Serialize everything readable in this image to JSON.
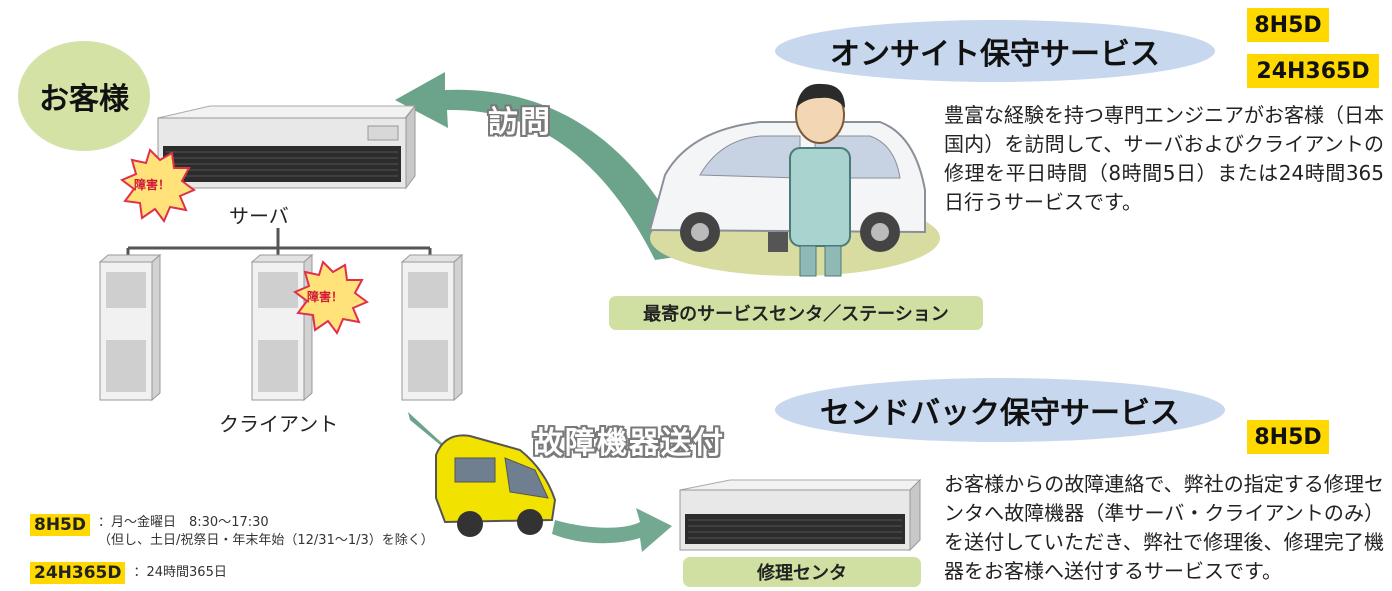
{
  "customer": {
    "label": "お客様"
  },
  "onsite": {
    "title": "オンサイト保守サービス",
    "badges": [
      "8H5D",
      "24H365D"
    ],
    "description": "豊富な経験を持つ専門エンジニアがお客様（日本国内）を訪問して、サーバおよびクライアントの修理を平日時間（8時間5日）または24時間365日行うサービスです。",
    "station_label": "最寄のサービスセンタ／ステーション",
    "arrow_label": "訪問"
  },
  "sendback": {
    "title": "センドバック保守サービス",
    "badges": [
      "8H5D"
    ],
    "description": "お客様からの故障連絡で、弊社の指定する修理センタへ故障機器（準サーバ・クライアントのみ）を送付していただき、弊社で修理後、修理完了機器をお客様へ送付するサービスです。",
    "center_label": "修理センタ",
    "arrow_label": "故障機器送付"
  },
  "network": {
    "server_label": "サーバ",
    "client_label": "クライアント",
    "failure_label": "障害！"
  },
  "legend": [
    {
      "badge": "8H5D",
      "text": "：月～金曜日　8:30～17:30",
      "note": "（但し、土日/祝祭日・年末年始（12/31～1/3）を除く）"
    },
    {
      "badge": "24H365D",
      "text": "：24時間365日"
    }
  ],
  "colors": {
    "badge_yellow": "#ffd800",
    "ellipse_blue": "#c7d7ee",
    "green_label": "#cfe0a2",
    "customer_green": "#d4e2a6",
    "arrow_green": "#5c9a7e",
    "van_yellow": "#f2e200"
  },
  "icons": [
    "server-icon",
    "client-pc-icon",
    "failure-burst-icon",
    "engineer-with-car-icon",
    "delivery-van-icon",
    "curved-arrow-icon"
  ]
}
